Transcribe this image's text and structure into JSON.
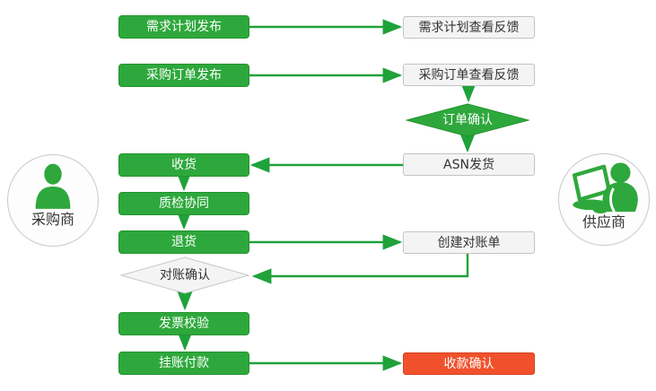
{
  "colors": {
    "green": "#2ea83c",
    "green-border": "#23942e",
    "line": "#1fa23a",
    "red": "#f0512c",
    "red-border": "#d8431f",
    "box-bg": "#f4f4f4",
    "box-border": "#c3c3c3",
    "text-dark": "#333333",
    "circle-border": "#c9c9c9"
  },
  "actors": {
    "buyer": {
      "label": "采购商",
      "icon": "user-icon"
    },
    "supplier": {
      "label": "供应商",
      "icon": "user-laptop-icon"
    }
  },
  "nodes": {
    "demand_plan_publish": "需求计划发布",
    "demand_plan_feedback": "需求计划查看反馈",
    "po_publish": "采购订单发布",
    "po_feedback": "采购订单查看反馈",
    "order_confirm": "订单确认",
    "receive": "收货",
    "asn_ship": "ASN发货",
    "quality_collab": "质检协同",
    "return_goods": "退货",
    "create_statement": "创建对账单",
    "statement_confirm": "对账确认",
    "invoice_check": "发票校验",
    "book_payment": "挂账付款",
    "payment_confirm": "收款确认"
  }
}
